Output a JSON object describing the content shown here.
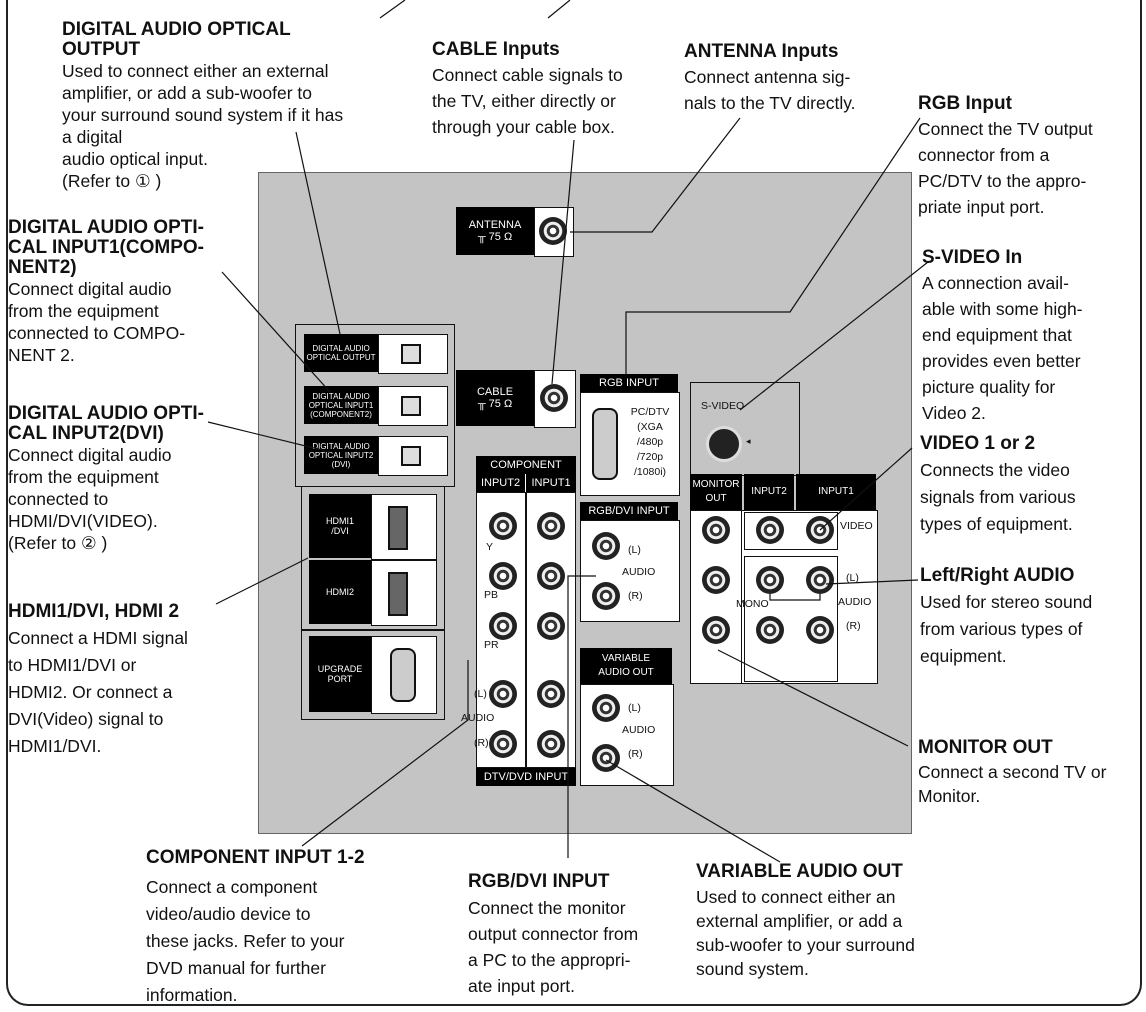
{
  "callouts": {
    "optical_out": {
      "title": "DIGITAL AUDIO OPTICAL OUTPUT",
      "title1": "DIGITAL AUDIO OPTICAL",
      "title2": "OUTPUT",
      "l1": "Used to connect either an external",
      "l2": "amplifier, or add a sub-woofer to",
      "l3": "your surround sound system if it has",
      "l4": "a digital",
      "l5": "audio optical input.",
      "l6": "(Refer to ① )"
    },
    "optical_in1": {
      "t1": "DIGITAL AUDIO OPTI-",
      "t2": "CAL INPUT1(COMPO-",
      "t3": "NENT2)",
      "l1": "Connect digital audio",
      "l2": "from the equipment",
      "l3": "connected to COMPO-",
      "l4": "NENT 2."
    },
    "optical_in2": {
      "t1": "DIGITAL AUDIO OPTI-",
      "t2": "CAL INPUT2(DVI)",
      "l1": "Connect  digital audio",
      "l2": "from the equipment",
      "l3": "connected to",
      "l4": "HDMI/DVI(VIDEO).",
      "l5": "(Refer to ② )"
    },
    "hdmi": {
      "title": "HDMI1/DVI, HDMI 2",
      "l1": "Connect a HDMI signal",
      "l2": "to HDMI1/DVI or",
      "l3": "HDMI2. Or connect a",
      "l4": "DVI(Video) signal to",
      "l5": "HDMI1/DVI."
    },
    "cable": {
      "title": "CABLE Inputs",
      "l1": "Connect cable signals to",
      "l2": "the TV, either directly or",
      "l3": "through your cable box."
    },
    "antenna": {
      "title": "ANTENNA Inputs",
      "l1": "Connect antenna sig-",
      "l2": "nals to the TV directly."
    },
    "rgb": {
      "title": "RGB Input",
      "l1": "Connect the TV output",
      "l2": "connector from a",
      "l3": "PC/DTV to the appro-",
      "l4": "priate input port."
    },
    "svideo": {
      "title": "S-VIDEO In",
      "l1": "A connection avail-",
      "l2": "able with some high-",
      "l3": "end equipment that",
      "l4": "provides even better",
      "l5": "picture quality for",
      "l6": "Video 2."
    },
    "video12": {
      "title": "VIDEO 1 or 2",
      "l1": "Connects the video",
      "l2": "signals from various",
      "l3": "types of equipment."
    },
    "lr_audio": {
      "title": "Left/Right AUDIO",
      "l1": "Used for stereo sound",
      "l2": "from various types of",
      "l3": "equipment."
    },
    "monitor_out": {
      "title": "MONITOR OUT",
      "l1": "Connect a second TV or",
      "l2": "Monitor."
    },
    "component": {
      "title": "COMPONENT INPUT 1-2",
      "l1": "Connect  a  component",
      "l2": "video/audio  device  to",
      "l3": "these jacks. Refer to your",
      "l4": "DVD  manual  for  further",
      "l5": "information."
    },
    "rgb_dvi": {
      "title": "RGB/DVI INPUT",
      "l1": "Connect  the  monitor",
      "l2": "output connector from",
      "l3": "a PC to the appropri-",
      "l4": "ate input port."
    },
    "var_audio": {
      "title": "VARIABLE AUDIO OUT",
      "l1": "Used to connect either an",
      "l2": "external amplifier, or add a",
      "l3": "sub-woofer to your surround",
      "l4": "sound system."
    }
  },
  "panel": {
    "antenna": {
      "l1": "ANTENNA",
      "l2": "╥ 75 Ω"
    },
    "cable": {
      "l1": "CABLE",
      "l2": "╥ 75 Ω"
    },
    "opt_out": {
      "l1": "DIGITAL AUDIO",
      "l2": "OPTICAL OUTPUT"
    },
    "opt_in1": {
      "l1": "DIGITAL AUDIO",
      "l2": "OPTICAL INPUT1",
      "l3": "(COMPONENT2)"
    },
    "opt_in2": {
      "l1": "DIGITAL AUDIO",
      "l2": "OPTICAL INPUT2",
      "l3": "(DVI)"
    },
    "hdmi1": {
      "l1": "HDMI1",
      "l2": "/DVI"
    },
    "hdmi2": "HDMI2",
    "upgrade": {
      "l1": "UPGRADE",
      "l2": "PORT"
    },
    "rgb_input": "RGB INPUT",
    "pcdtv": {
      "l1": "PC/DTV",
      "l2": "(XGA",
      "l3": "/480p",
      "l4": "/720p",
      "l5": "/1080i)"
    },
    "component": "COMPONENT",
    "input2": "INPUT2",
    "input1": "INPUT1",
    "y": "Y",
    "pb": "PB",
    "pr": "PR",
    "audio": "AUDIO",
    "l": "(L)",
    "r": "(R)",
    "dtv_dvd": "DTV/DVD INPUT",
    "rgb_dvi": "RGB/DVI INPUT",
    "var_out": {
      "l1": "VARIABLE",
      "l2": "AUDIO OUT"
    },
    "svideo": "S-VIDEO",
    "monitor_out": {
      "l1": "MONITOR",
      "l2": "OUT"
    },
    "video": "VIDEO",
    "mono": "MONO"
  }
}
